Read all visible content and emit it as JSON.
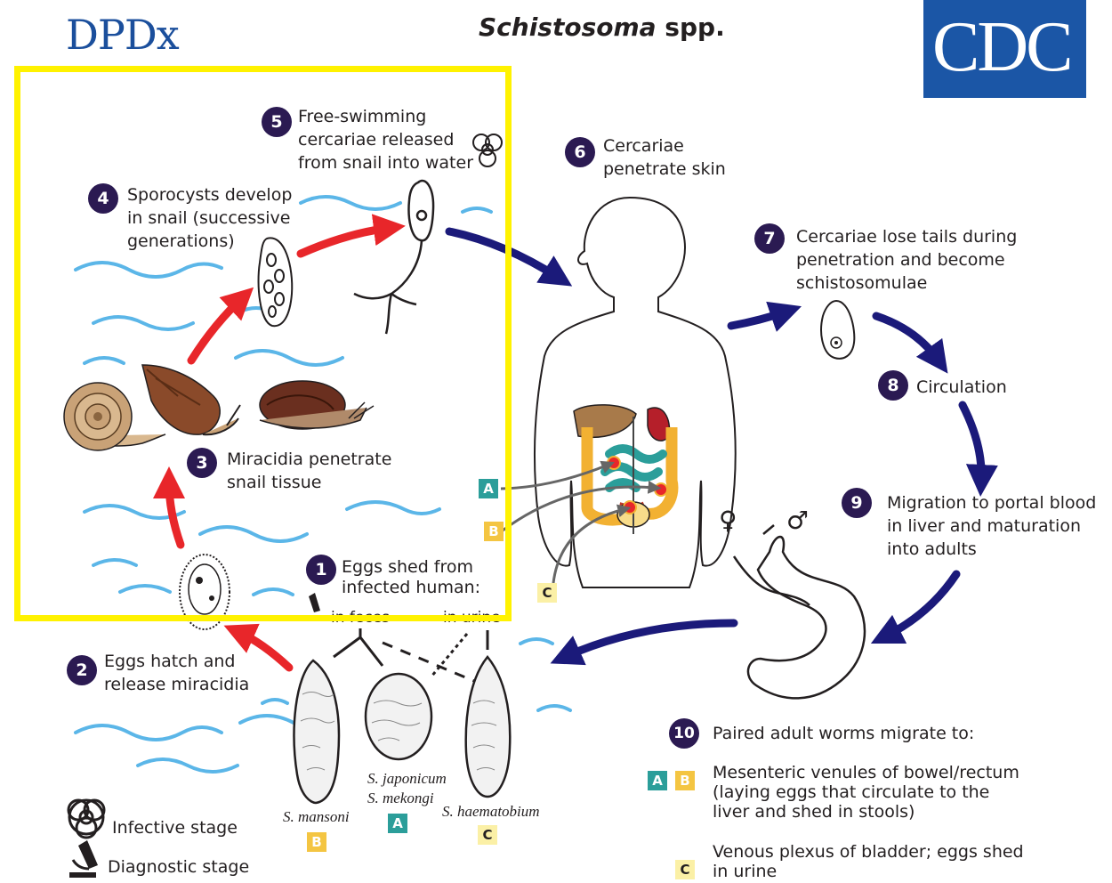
{
  "header": {
    "logo_left": "DPDx",
    "title_genus": "Schistosoma",
    "title_rest": " spp.",
    "logo_right": "CDC"
  },
  "steps": [
    {
      "number": "1",
      "lines": [
        "Eggs shed from",
        "infected human:"
      ]
    },
    {
      "number": "2",
      "lines": [
        "Eggs hatch and",
        "release miracidia"
      ]
    },
    {
      "number": "3",
      "lines": [
        "Miracidia penetrate",
        "snail tissue"
      ]
    },
    {
      "number": "4",
      "lines": [
        "Sporocysts develop",
        "in snail (successive",
        "generations)"
      ]
    },
    {
      "number": "5",
      "lines": [
        "Free-swimming",
        "cercariae released",
        "from snail into water"
      ]
    },
    {
      "number": "6",
      "lines": [
        "Cercariae",
        "penetrate skin"
      ]
    },
    {
      "number": "7",
      "lines": [
        "Cercariae lose tails during",
        "penetration and become",
        "schistosomulae"
      ]
    },
    {
      "number": "8",
      "lines": [
        "Circulation"
      ]
    },
    {
      "number": "9",
      "lines": [
        "Migration to portal blood",
        "in liver and maturation",
        "into adults"
      ]
    },
    {
      "number": "10",
      "lines": [
        "Paired adult worms migrate to:"
      ]
    }
  ],
  "egg_sources": {
    "feces": "in feces",
    "urine": "in urine"
  },
  "eggs": [
    {
      "species": [
        "S. mansoni"
      ],
      "badge": "B"
    },
    {
      "species": [
        "S. japonicum",
        "S. mekongi"
      ],
      "badge": "A"
    },
    {
      "species": [
        "S. haematobium"
      ],
      "badge": "C"
    }
  ],
  "destinations": [
    {
      "badges": [
        "A",
        "B"
      ],
      "lines": [
        "Mesenteric venules of bowel/rectum",
        "(laying eggs that circulate to the",
        "liver and shed in stools)"
      ]
    },
    {
      "badges": [
        "C"
      ],
      "lines": [
        "Venous plexus of bladder; eggs shed",
        "in urine"
      ]
    }
  ],
  "body_badges": [
    "A",
    "B",
    "C"
  ],
  "legend": [
    {
      "icon": "biohazard-icon",
      "label": "Infective stage"
    },
    {
      "icon": "microscope-icon",
      "label": "Diagnostic stage"
    }
  ],
  "sex_symbols": {
    "female": "♀",
    "male": "♂"
  },
  "colors": {
    "step_circle": "#2b1a52",
    "red_arrow": "#e8262a",
    "blue_arrow": "#1b1a7a",
    "water": "#5bb6e8",
    "badge_a": "#2b9e9a",
    "badge_b": "#f4c542",
    "badge_c": "#fbf0a6",
    "highlight": "#fff200"
  }
}
